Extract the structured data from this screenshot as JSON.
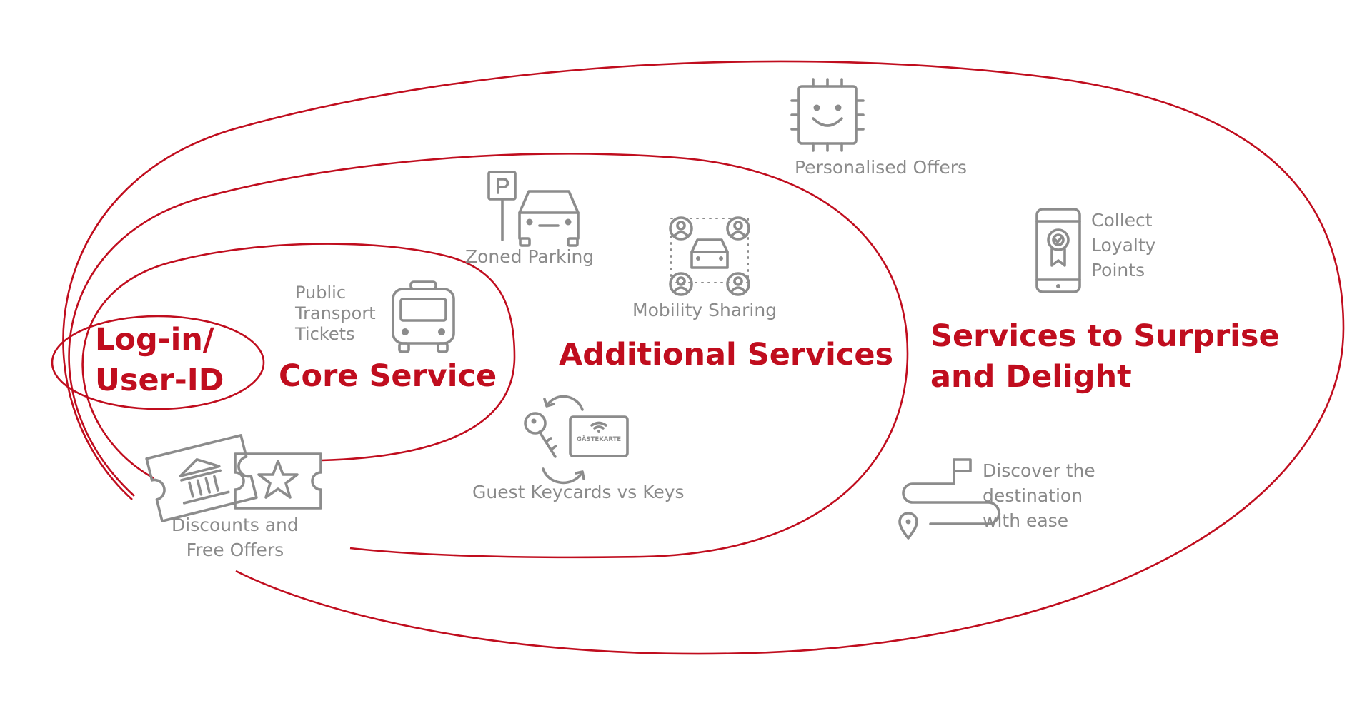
{
  "colors": {
    "accent": "#c00d1e",
    "icon_grey": "#8c8c8c",
    "label_grey": "#8a8a8a",
    "background": "#ffffff"
  },
  "rings": {
    "login": "Log-in/\nUser-ID",
    "core": "Core Service",
    "additional": "Additional Services",
    "surprise": "Services to Surprise\nand Delight"
  },
  "items": {
    "public_transport": {
      "label": "Public\nTransport\nTickets",
      "icon": "bus-icon"
    },
    "discounts": {
      "label": "Discounts and\nFree Offers",
      "icon": "tickets-icon"
    },
    "zoned_parking": {
      "label": "Zoned Parking",
      "icon": "parking-icon"
    },
    "mobility_sharing": {
      "label": "Mobility Sharing",
      "icon": "car-sharing-icon"
    },
    "guest_keycards": {
      "label": "Guest Keycards vs Keys",
      "icon": "keycard-icon",
      "card_text": "GÄSTEKARTE"
    },
    "personalised_offers": {
      "label": "Personalised Offers",
      "icon": "smile-chip-icon"
    },
    "loyalty_points": {
      "label": "Collect\nLoyalty\nPoints",
      "icon": "phone-badge-icon"
    },
    "discover": {
      "label": "Discover the\ndestination\nwith ease",
      "icon": "route-icon"
    }
  }
}
